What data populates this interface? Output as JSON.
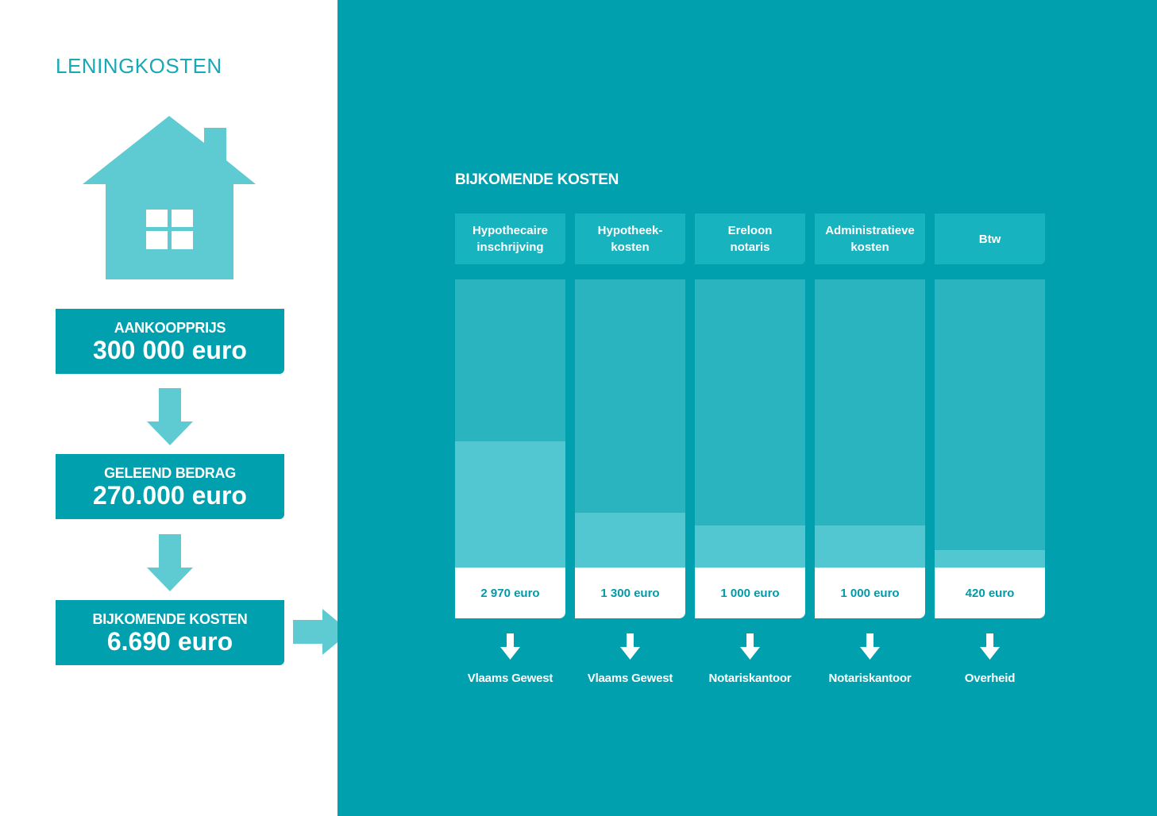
{
  "left": {
    "title": "LENINGKOSTEN",
    "boxes": [
      {
        "label": "AANKOOPPRIJS",
        "value": "300 000 euro"
      },
      {
        "label": "GELEEND BEDRAG",
        "value": "270.000 euro"
      },
      {
        "label": "BIJKOMENDE KOSTEN",
        "value": "6.690 euro"
      }
    ]
  },
  "colors": {
    "accent": "#00a0ae",
    "light_accent": "#5ecbd3",
    "bar_track": "#29b4bf",
    "bar_fill": "#53c7d1"
  },
  "chart_data": {
    "type": "bar",
    "title": "BIJKOMENDE KOSTEN",
    "categories": [
      [
        "Hypothecaire",
        "inschrijving"
      ],
      [
        "Hypotheek-",
        "kosten"
      ],
      [
        "Ereloon",
        "notaris"
      ],
      [
        "Administratieve",
        "kosten"
      ],
      [
        "Btw"
      ]
    ],
    "values": [
      2970,
      1300,
      1000,
      1000,
      420
    ],
    "value_labels": [
      "2 970 euro",
      "1 300 euro",
      "1 000 euro",
      "1 000 euro",
      "420 euro"
    ],
    "recipients": [
      "Vlaams Gewest",
      "Vlaams Gewest",
      "Notariskantoor",
      "Notariskantoor",
      "Overheid"
    ],
    "ylim": [
      0,
      6800
    ]
  }
}
